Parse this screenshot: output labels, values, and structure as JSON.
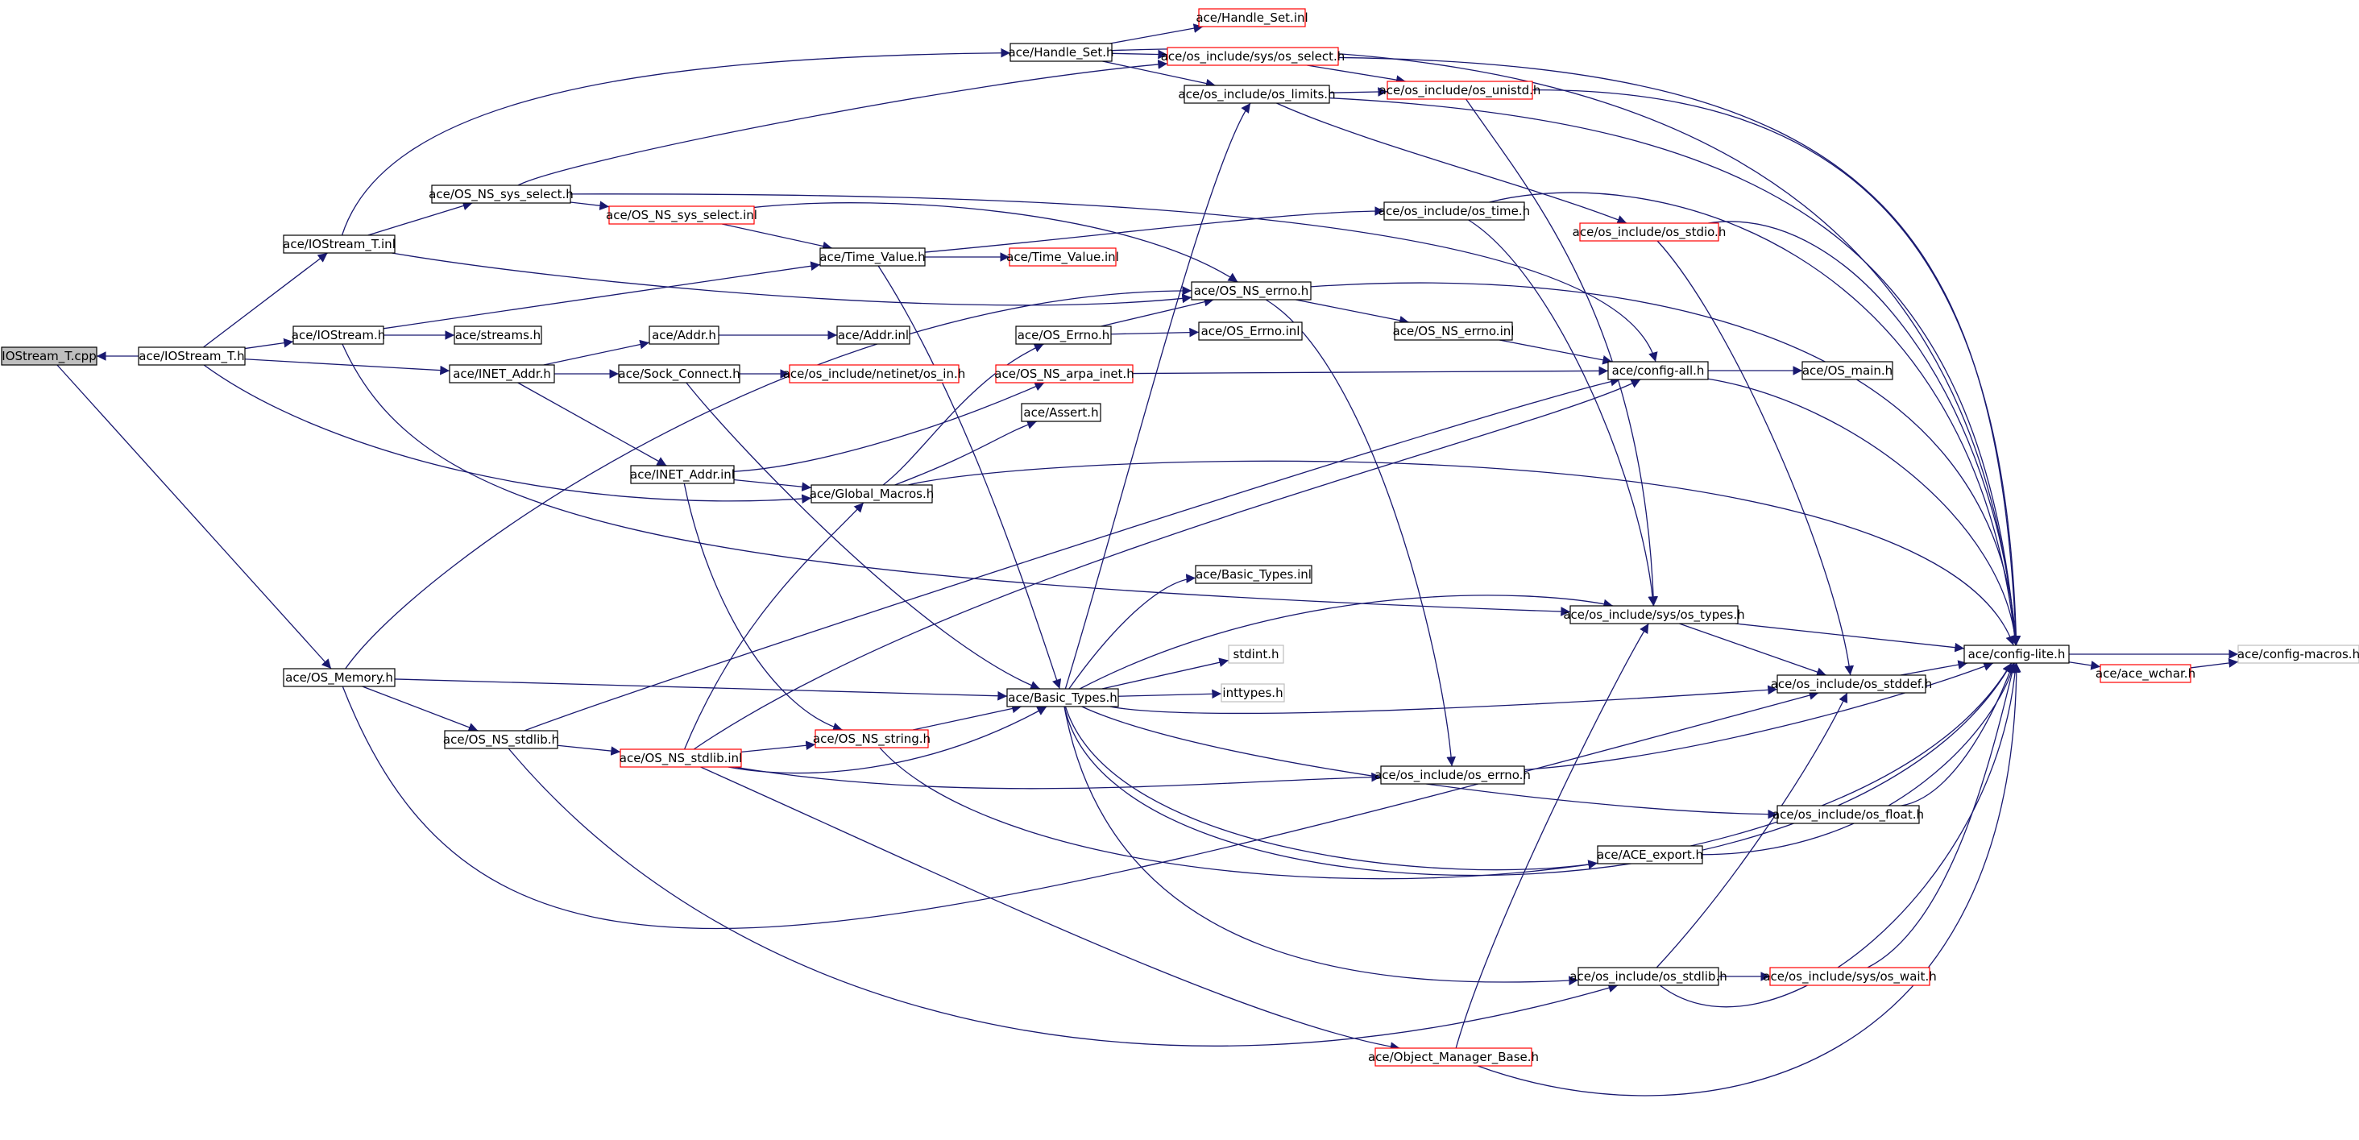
{
  "diagram": {
    "colors": {
      "edge": "#191970",
      "border_default": "#000000",
      "border_truncated": "#ff0000",
      "border_leaf": "#bfbfbf",
      "root_fill": "#bfbfbf",
      "node_fill": "#ffffff"
    },
    "nodes": [
      {
        "id": "iostream_t_cpp",
        "label": "IOStream_T.cpp",
        "style": "root"
      },
      {
        "id": "iostream_t_h",
        "label": "ace/IOStream_T.h",
        "style": "normal"
      },
      {
        "id": "iostream_t_inl",
        "label": "ace/IOStream_T.inl",
        "style": "normal"
      },
      {
        "id": "iostream_h",
        "label": "ace/IOStream.h",
        "style": "normal"
      },
      {
        "id": "inet_addr_h",
        "label": "ace/INET_Addr.h",
        "style": "normal"
      },
      {
        "id": "os_memory_h",
        "label": "ace/OS_Memory.h",
        "style": "normal"
      },
      {
        "id": "os_ns_sys_select_h",
        "label": "ace/OS_NS_sys_select.h",
        "style": "normal"
      },
      {
        "id": "os_ns_sys_select_inl",
        "label": "ace/OS_NS_sys_select.inl",
        "style": "truncated"
      },
      {
        "id": "handle_set_h",
        "label": "ace/Handle_Set.h",
        "style": "normal"
      },
      {
        "id": "handle_set_inl",
        "label": "ace/Handle_Set.inl",
        "style": "truncated"
      },
      {
        "id": "os_include_sys_os_select_h",
        "label": "ace/os_include/sys/os_select.h",
        "style": "truncated"
      },
      {
        "id": "os_include_os_limits_h",
        "label": "ace/os_include/os_limits.h",
        "style": "normal"
      },
      {
        "id": "os_include_os_unistd_h",
        "label": "ace/os_include/os_unistd.h",
        "style": "truncated"
      },
      {
        "id": "time_value_h",
        "label": "ace/Time_Value.h",
        "style": "normal"
      },
      {
        "id": "time_value_inl",
        "label": "ace/Time_Value.inl",
        "style": "truncated"
      },
      {
        "id": "os_include_os_time_h",
        "label": "ace/os_include/os_time.h",
        "style": "normal"
      },
      {
        "id": "os_include_os_stdio_h",
        "label": "ace/os_include/os_stdio.h",
        "style": "truncated"
      },
      {
        "id": "streams_h",
        "label": "ace/streams.h",
        "style": "normal"
      },
      {
        "id": "addr_h",
        "label": "ace/Addr.h",
        "style": "normal"
      },
      {
        "id": "addr_inl",
        "label": "ace/Addr.inl",
        "style": "normal"
      },
      {
        "id": "sock_connect_h",
        "label": "ace/Sock_Connect.h",
        "style": "normal"
      },
      {
        "id": "os_include_netinet_os_in_h",
        "label": "ace/os_include/netinet/os_in.h",
        "style": "truncated"
      },
      {
        "id": "os_errno_h",
        "label": "ace/OS_Errno.h",
        "style": "normal"
      },
      {
        "id": "os_errno_inl",
        "label": "ace/OS_Errno.inl",
        "style": "normal"
      },
      {
        "id": "os_ns_errno_h",
        "label": "ace/OS_NS_errno.h",
        "style": "normal"
      },
      {
        "id": "os_ns_errno_inl",
        "label": "ace/OS_NS_errno.inl",
        "style": "normal"
      },
      {
        "id": "os_ns_arpa_inet_h",
        "label": "ace/OS_NS_arpa_inet.h",
        "style": "truncated"
      },
      {
        "id": "config_all_h",
        "label": "ace/config-all.h",
        "style": "normal"
      },
      {
        "id": "os_main_h",
        "label": "ace/OS_main.h",
        "style": "normal"
      },
      {
        "id": "assert_h",
        "label": "ace/Assert.h",
        "style": "normal"
      },
      {
        "id": "inet_addr_inl",
        "label": "ace/INET_Addr.inl",
        "style": "normal"
      },
      {
        "id": "global_macros_h",
        "label": "ace/Global_Macros.h",
        "style": "normal"
      },
      {
        "id": "basic_types_inl",
        "label": "ace/Basic_Types.inl",
        "style": "normal"
      },
      {
        "id": "os_include_sys_os_types_h",
        "label": "ace/os_include/sys/os_types.h",
        "style": "normal"
      },
      {
        "id": "config_lite_h",
        "label": "ace/config-lite.h",
        "style": "normal"
      },
      {
        "id": "config_macros_h",
        "label": "ace/config-macros.h",
        "style": "leaf"
      },
      {
        "id": "ace_wchar_h",
        "label": "ace/ace_wchar.h",
        "style": "truncated"
      },
      {
        "id": "stdint_h",
        "label": "stdint.h",
        "style": "leaf"
      },
      {
        "id": "inttypes_h",
        "label": "inttypes.h",
        "style": "leaf"
      },
      {
        "id": "basic_types_h",
        "label": "ace/Basic_Types.h",
        "style": "normal"
      },
      {
        "id": "os_include_os_stddef_h",
        "label": "ace/os_include/os_stddef.h",
        "style": "normal"
      },
      {
        "id": "os_ns_stdlib_h",
        "label": "ace/OS_NS_stdlib.h",
        "style": "normal"
      },
      {
        "id": "os_ns_stdlib_inl",
        "label": "ace/OS_NS_stdlib.inl",
        "style": "truncated"
      },
      {
        "id": "os_ns_string_h",
        "label": "ace/OS_NS_string.h",
        "style": "truncated"
      },
      {
        "id": "os_include_os_errno_h",
        "label": "ace/os_include/os_errno.h",
        "style": "normal"
      },
      {
        "id": "os_include_os_float_h",
        "label": "ace/os_include/os_float.h",
        "style": "normal"
      },
      {
        "id": "ace_export_h",
        "label": "ace/ACE_export.h",
        "style": "normal"
      },
      {
        "id": "os_include_os_stdlib_h",
        "label": "ace/os_include/os_stdlib.h",
        "style": "normal"
      },
      {
        "id": "os_include_sys_os_wait_h",
        "label": "ace/os_include/sys/os_wait.h",
        "style": "truncated"
      },
      {
        "id": "object_manager_base_h",
        "label": "ace/Object_Manager_Base.h",
        "style": "truncated"
      }
    ]
  }
}
